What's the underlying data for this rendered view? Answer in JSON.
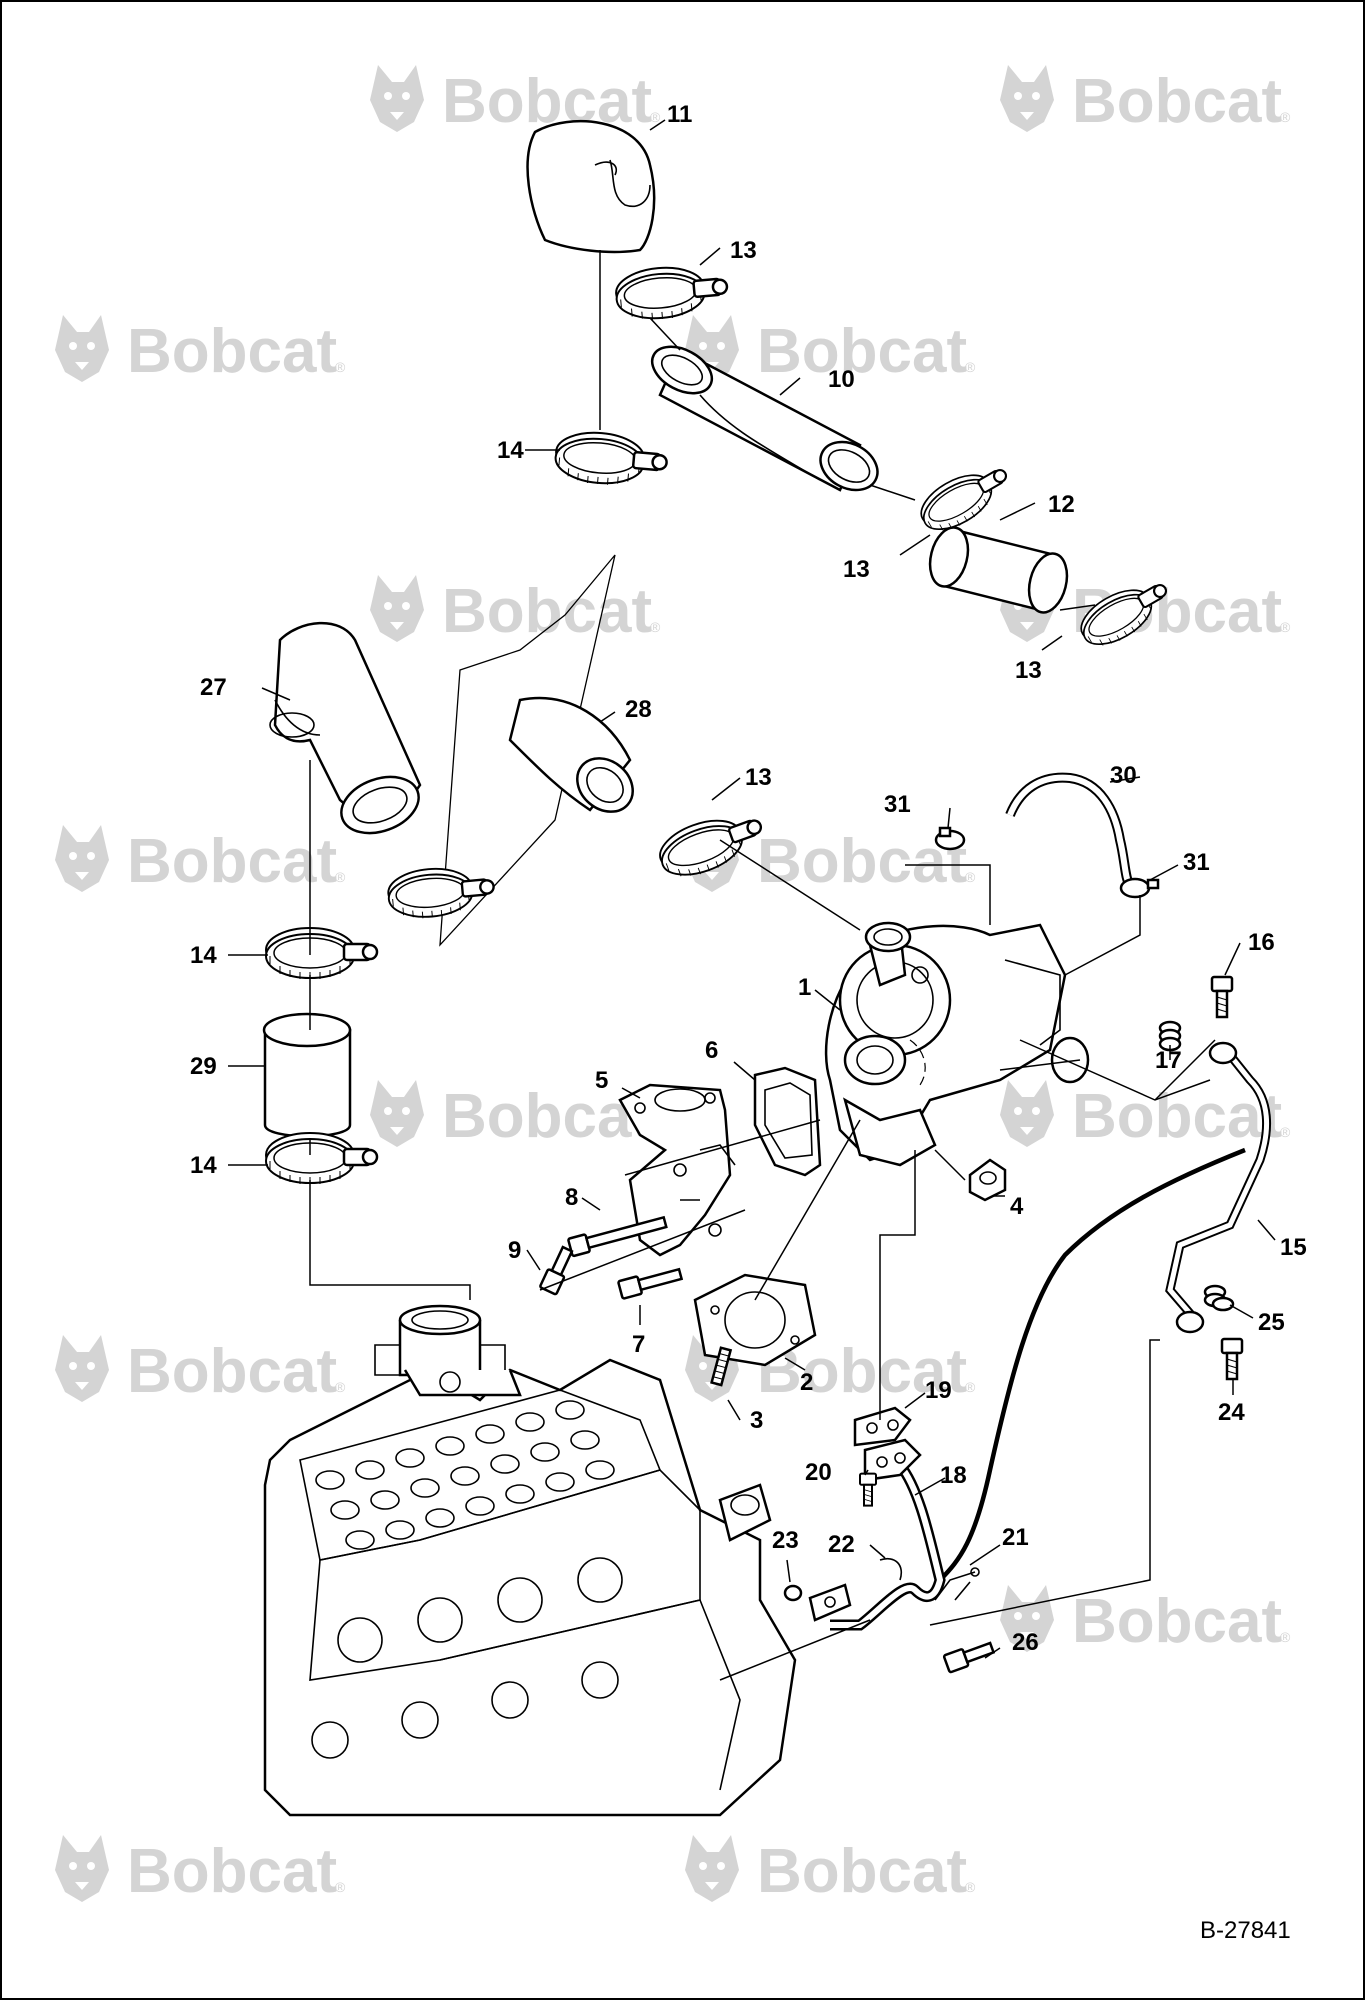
{
  "diagram": {
    "watermark_text": "Bobcat",
    "watermark_registered": "®",
    "reference_code": "B-27841",
    "callouts": [
      "1",
      "2",
      "3",
      "4",
      "5",
      "6",
      "7",
      "8",
      "9",
      "10",
      "11",
      "12",
      "13",
      "14",
      "15",
      "16",
      "17",
      "18",
      "19",
      "20",
      "21",
      "22",
      "23",
      "24",
      "25",
      "26",
      "27",
      "28",
      "29",
      "30",
      "31"
    ]
  }
}
